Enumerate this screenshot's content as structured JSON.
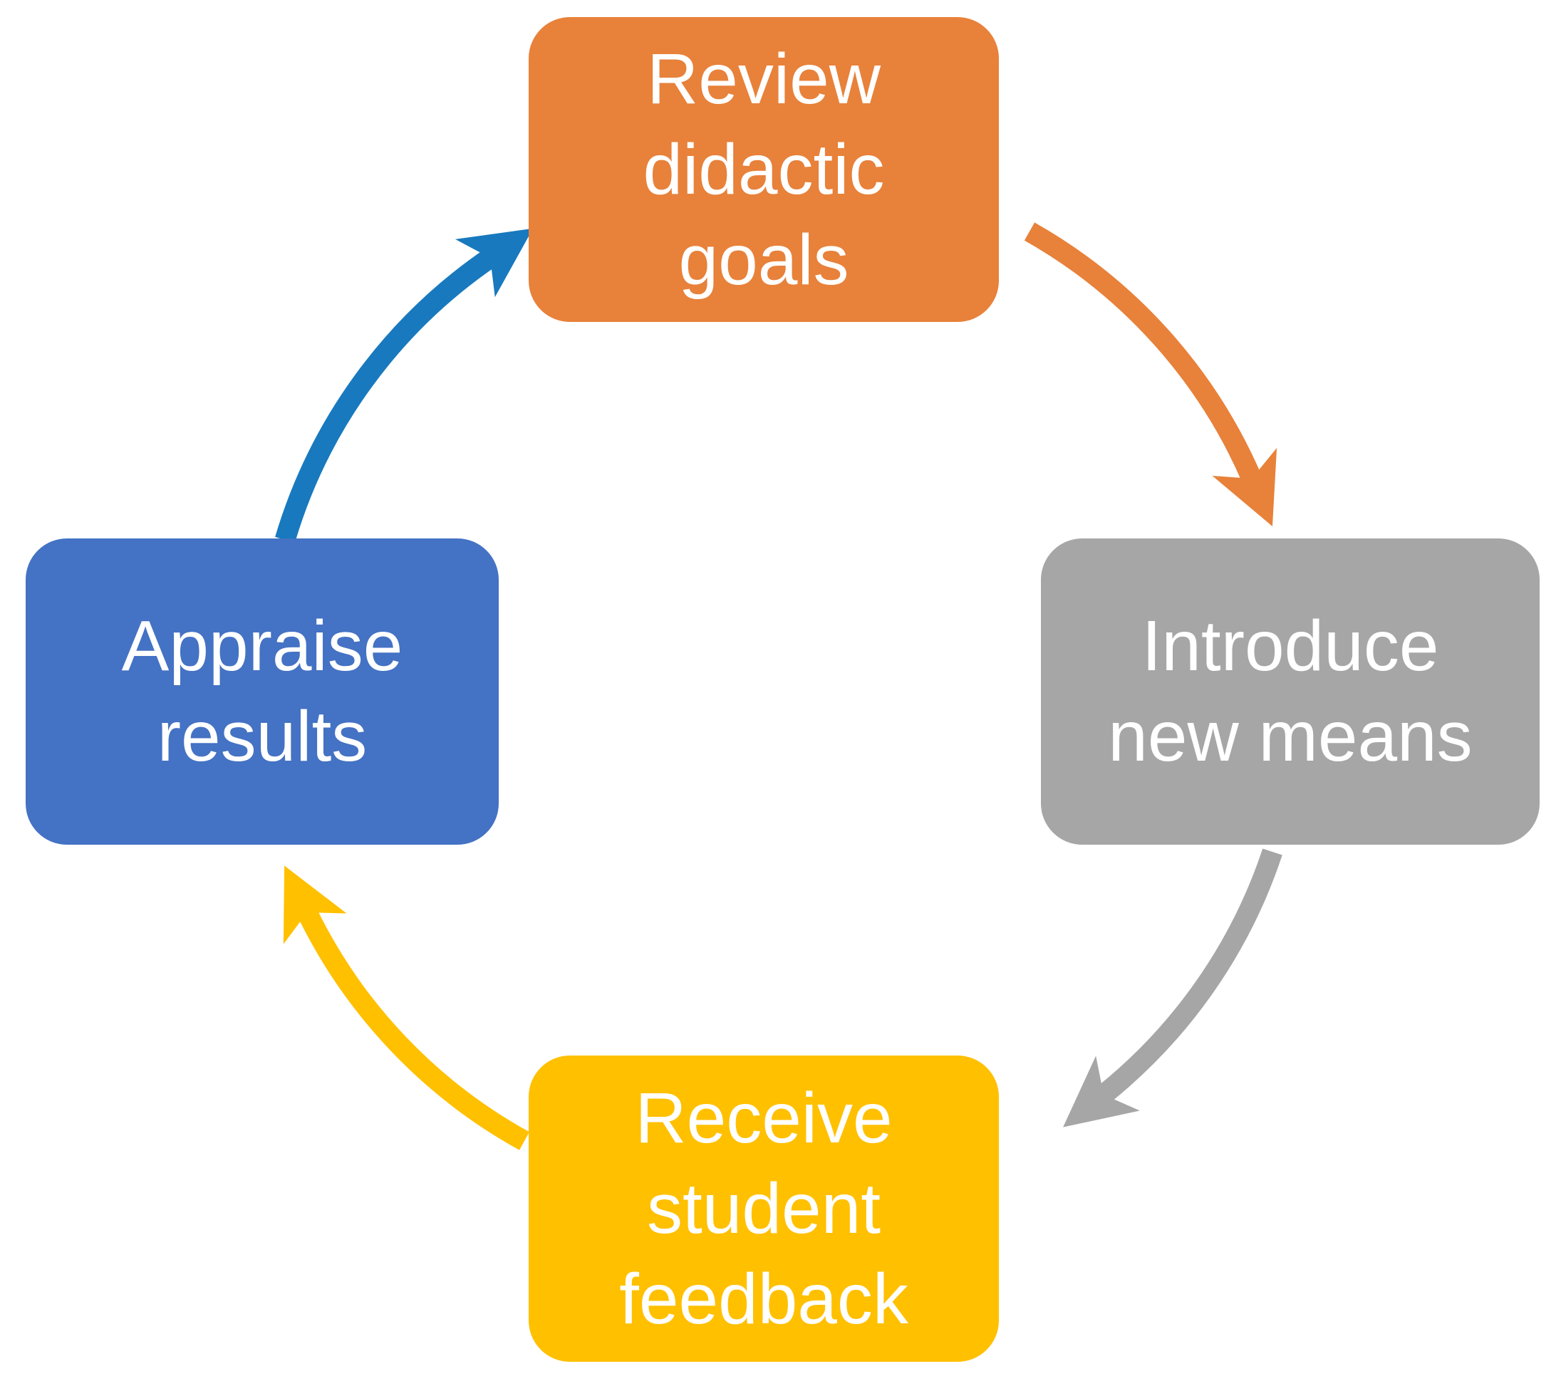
{
  "diagram": {
    "type": "cycle",
    "direction": "clockwise",
    "background": "#ffffff",
    "text_color": "#ffffff",
    "nodes": [
      {
        "id": "review-didactic-goals",
        "position": "top",
        "label": "Review didactic goals",
        "lines": [
          "Review",
          "didactic",
          "goals"
        ],
        "color": "#e8813a"
      },
      {
        "id": "introduce-new-means",
        "position": "right",
        "label": "Introduce new means",
        "lines": [
          "Introduce",
          "new means"
        ],
        "color": "#a6a6a6"
      },
      {
        "id": "receive-student-feedback",
        "position": "bottom",
        "label": "Receive student feedback",
        "lines": [
          "Receive",
          "student",
          "feedback"
        ],
        "color": "#ffc000"
      },
      {
        "id": "appraise-results",
        "position": "left",
        "label": "Appraise results",
        "lines": [
          "Appraise",
          "results"
        ],
        "color": "#4472c4"
      }
    ],
    "arrows": [
      {
        "from": "review-didactic-goals",
        "to": "introduce-new-means",
        "color": "#e8813a"
      },
      {
        "from": "introduce-new-means",
        "to": "receive-student-feedback",
        "color": "#a6a6a6"
      },
      {
        "from": "receive-student-feedback",
        "to": "appraise-results",
        "color": "#ffc000"
      },
      {
        "from": "appraise-results",
        "to": "review-didactic-goals",
        "color": "#1879be"
      }
    ]
  }
}
